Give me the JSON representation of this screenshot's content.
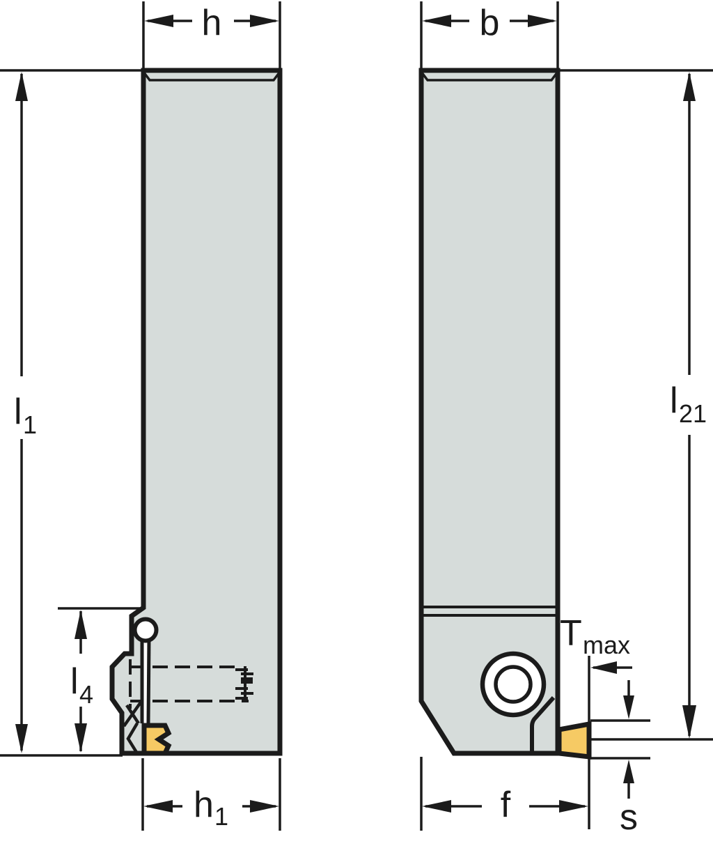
{
  "diagram": {
    "type": "technical-dimension-drawing",
    "subject": "parting-grooving-toolholder-two-views",
    "colors": {
      "line": "#1b1b1b",
      "body_fill": "#d6dcda",
      "insert_fill": "#f6ca64",
      "background": "#ffffff"
    },
    "labels": {
      "h": {
        "text": "h"
      },
      "b": {
        "text": "b"
      },
      "l1": {
        "base": "l",
        "sub": "1"
      },
      "l21": {
        "base": "l",
        "sub": "21"
      },
      "l4": {
        "base": "l",
        "sub": "4"
      },
      "h1": {
        "base": "h",
        "sub": "1"
      },
      "f": {
        "text": "f"
      },
      "tmax": {
        "base": "T",
        "sub": "max"
      },
      "s": {
        "text": "s"
      }
    }
  }
}
